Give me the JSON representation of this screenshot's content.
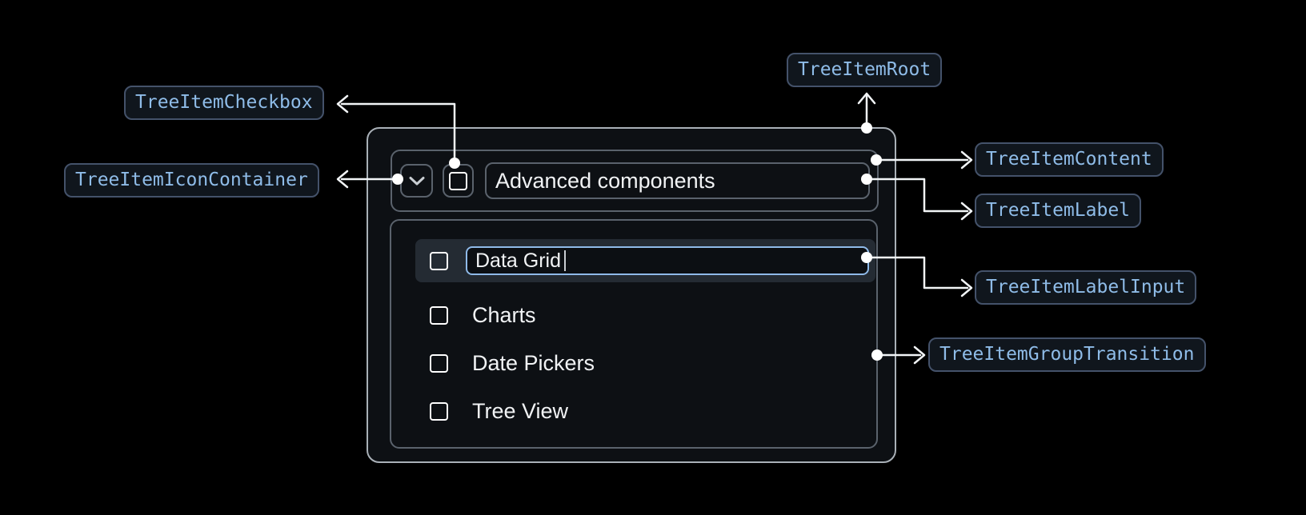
{
  "annotations": {
    "root": "TreeItemRoot",
    "checkbox": "TreeItemCheckbox",
    "icon_container": "TreeItemIconContainer",
    "content": "TreeItemContent",
    "label": "TreeItemLabel",
    "label_input": "TreeItemLabelInput",
    "group_transition": "TreeItemGroupTransition"
  },
  "tree": {
    "header": {
      "label": "Advanced components",
      "icon": "chevron-down-icon",
      "checkbox": "unchecked"
    },
    "items": [
      {
        "label": "Data Grid",
        "checkbox": "unchecked",
        "state": "editing"
      },
      {
        "label": "Charts",
        "checkbox": "unchecked"
      },
      {
        "label": "Date Pickers",
        "checkbox": "unchecked"
      },
      {
        "label": "Tree View",
        "checkbox": "unchecked"
      }
    ]
  },
  "colors": {
    "page_background": "#000000",
    "panel_background": "#0d1014",
    "panel_border": "#a9b0b7",
    "outline_border": "#5a626c",
    "row_highlight": "#242b33",
    "input_focus_border": "#8fbae9",
    "chip_background": "#10161d",
    "chip_border": "#44526a",
    "chip_text": "#8fbce8",
    "connector": "#f2f5f7",
    "text": "#f1f3f5"
  }
}
